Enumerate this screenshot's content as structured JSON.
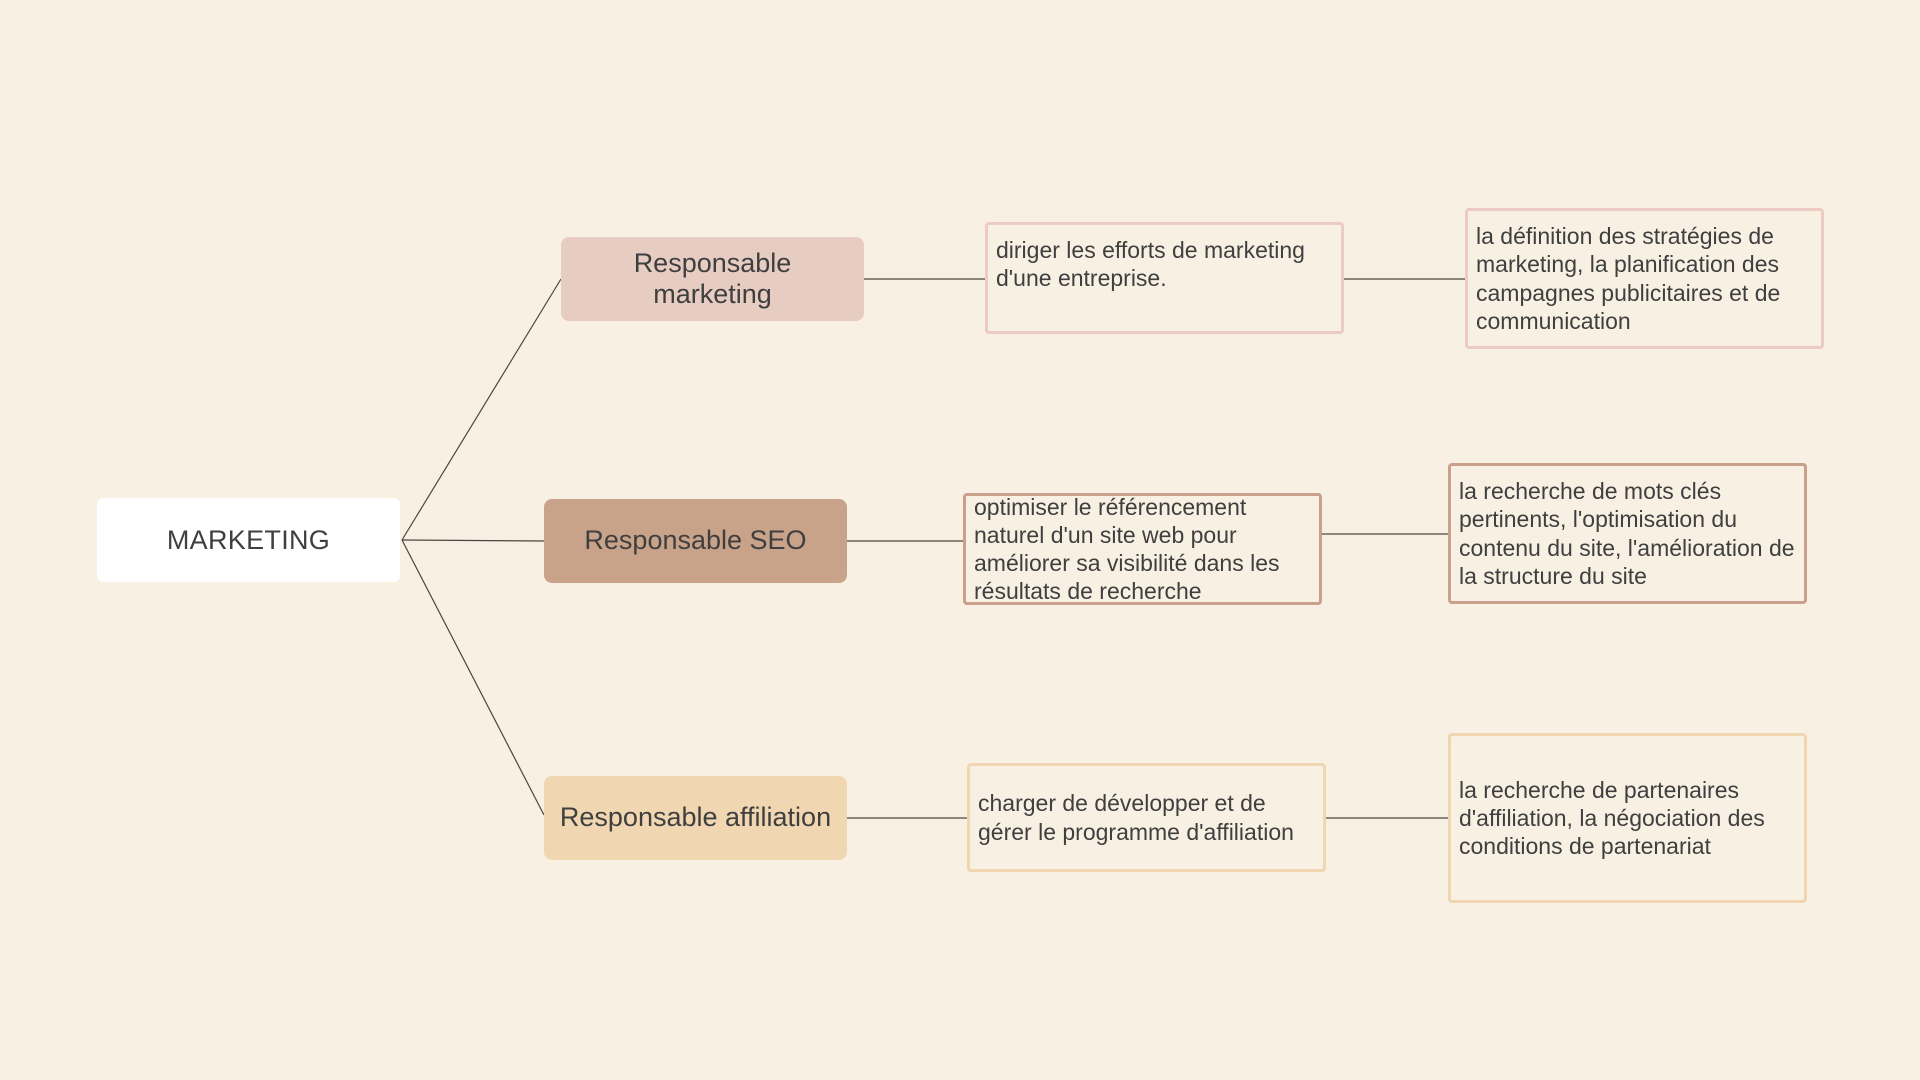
{
  "root": {
    "label": "MARKETING"
  },
  "branches": [
    {
      "role": "Responsable marketing",
      "description": "diriger les efforts de marketing d'une entreprise.",
      "details": "la définition des stratégies de marketing, la planification des campagnes publicitaires et de communication"
    },
    {
      "role": "Responsable SEO",
      "description": "optimiser le référencement naturel d'un site web pour améliorer sa visibilité dans les résultats de recherche",
      "details": "la recherche de mots clés pertinents, l'optimisation du contenu du site, l'amélioration de la structure du site"
    },
    {
      "role": "Responsable affiliation",
      "description": "charger de développer et de gérer le programme d'affiliation",
      "details": "la recherche de partenaires d'affiliation, la négociation des conditions de partenariat"
    }
  ],
  "colors": {
    "background": "#f8f0e2",
    "root_fill": "#ffffff",
    "marketing_fill": "#e7ccc2",
    "seo_fill": "#c9a28a",
    "affiliation_fill": "#f0d7b2",
    "connector": "#4a4540",
    "text": "#3f3f3f"
  }
}
